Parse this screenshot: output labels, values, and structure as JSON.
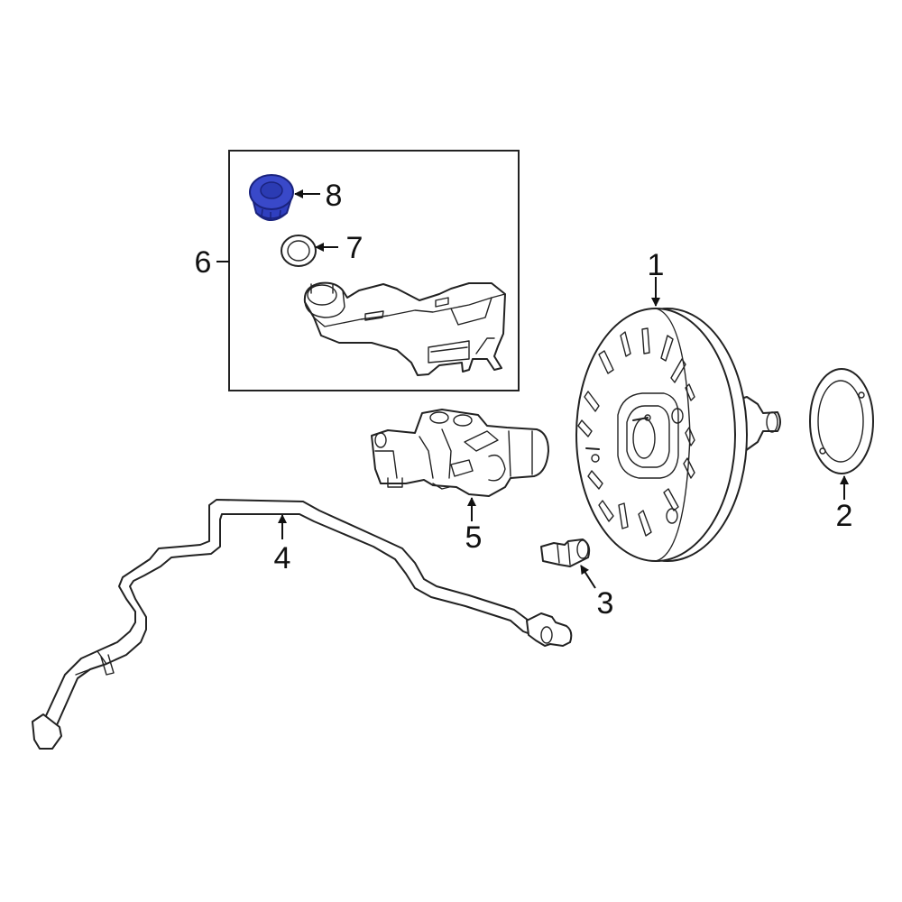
{
  "callouts": [
    {
      "id": "1",
      "label": "1"
    },
    {
      "id": "2",
      "label": "2"
    },
    {
      "id": "3",
      "label": "3"
    },
    {
      "id": "4",
      "label": "4"
    },
    {
      "id": "5",
      "label": "5"
    },
    {
      "id": "6",
      "label": "6"
    },
    {
      "id": "7",
      "label": "7"
    },
    {
      "id": "8",
      "label": "8"
    }
  ],
  "colors": {
    "line": "#222222",
    "highlight_fill": "#2f3fbf",
    "highlight_stroke": "#1a237e",
    "background": "#ffffff"
  }
}
